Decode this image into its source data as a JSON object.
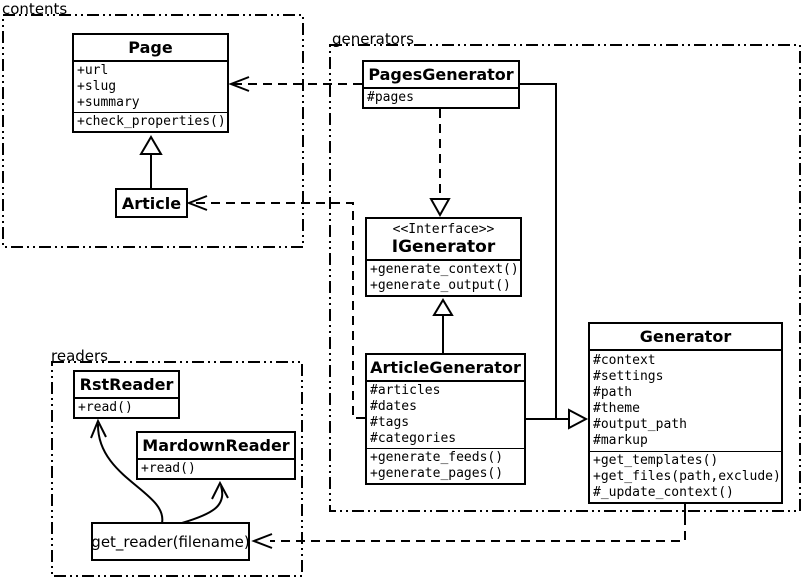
{
  "diagram": {
    "packages": {
      "contents": {
        "label": "contents"
      },
      "generators": {
        "label": "generators"
      },
      "readers": {
        "label": "readers"
      }
    },
    "classes": {
      "page": {
        "title": "Page",
        "attributes": [
          "+url",
          "+slug",
          "+summary"
        ],
        "methods": [
          "+check_properties()"
        ]
      },
      "article": {
        "title": "Article"
      },
      "pages_generator": {
        "title": "PagesGenerator",
        "attributes": [
          "#pages"
        ]
      },
      "igenerator": {
        "stereotype": "<<Interface>>",
        "title": "IGenerator",
        "methods": [
          "+generate_context()",
          "+generate_output()"
        ]
      },
      "article_generator": {
        "title": "ArticleGenerator",
        "attributes": [
          "#articles",
          "#dates",
          "#tags",
          "#categories"
        ],
        "methods": [
          "+generate_feeds()",
          "+generate_pages()"
        ]
      },
      "generator": {
        "title": "Generator",
        "attributes": [
          "#context",
          "#settings",
          "#path",
          "#theme",
          "#output_path",
          "#markup"
        ],
        "methods": [
          "+get_templates()",
          "+get_files(path,exclude)",
          "#_update_context()"
        ]
      },
      "rst_reader": {
        "title": "RstReader",
        "methods": [
          "+read()"
        ]
      },
      "markdown_reader": {
        "title": "MardownReader",
        "methods": [
          "+read()"
        ]
      },
      "get_reader": {
        "label": "get_reader(filename)"
      }
    },
    "colors": {
      "ink": "#000000",
      "background": "#ffffff"
    }
  }
}
